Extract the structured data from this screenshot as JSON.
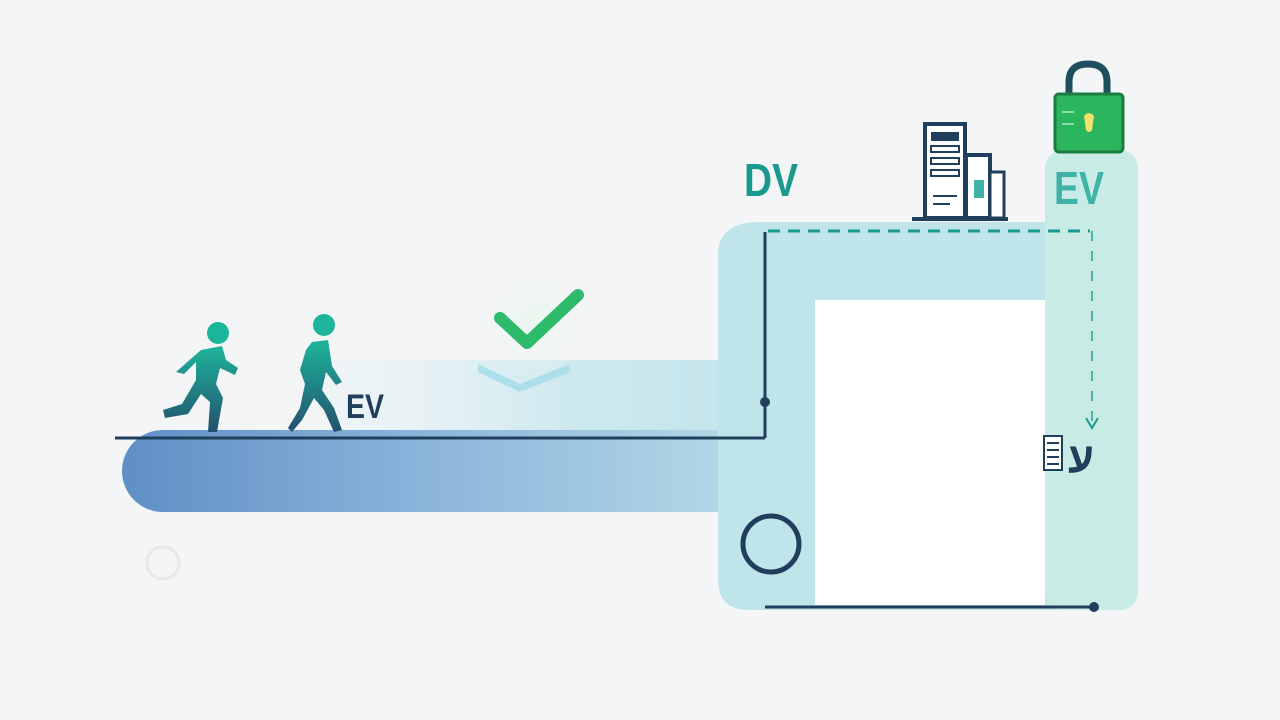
{
  "labels": {
    "walker_tag": "EV",
    "dv_tag": "DV",
    "ev_tag_top": "EV",
    "side_mark": "ע"
  },
  "colors": {
    "background": "#f4f5f6",
    "teal": "#1a9a8f",
    "teal_light": "#3fb3a5",
    "navy": "#1f3f5c",
    "pipe_light": "#bfe4ea",
    "pipe_mint": "#c8ece5",
    "pipe_blue": "#6e9fcf",
    "check_green": "#2dbb6b",
    "lock_green": "#2bb65e"
  },
  "icons": [
    "running-person-icon",
    "walking-person-icon",
    "checkmark-icon",
    "server-building-icon",
    "unlocked-padlock-icon",
    "circle-node-icon",
    "document-stack-icon"
  ]
}
